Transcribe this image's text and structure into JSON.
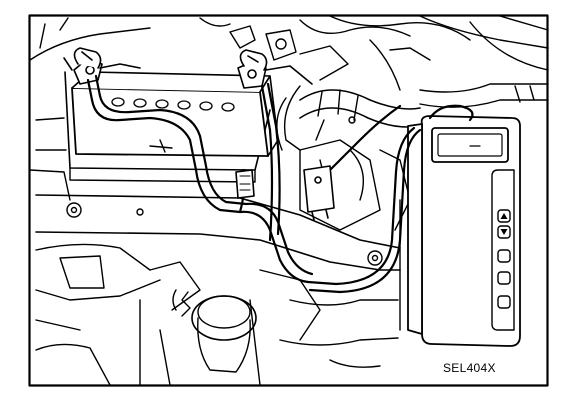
{
  "figure": {
    "reference_code": "SEL404X",
    "subject": "battery-and-tester-connection",
    "line_color": "#000000",
    "background_color": "#ffffff"
  },
  "tester": {
    "buttons": [
      "up-arrow-icon",
      "down-arrow-icon",
      "key-1",
      "key-2",
      "key-3"
    ]
  }
}
